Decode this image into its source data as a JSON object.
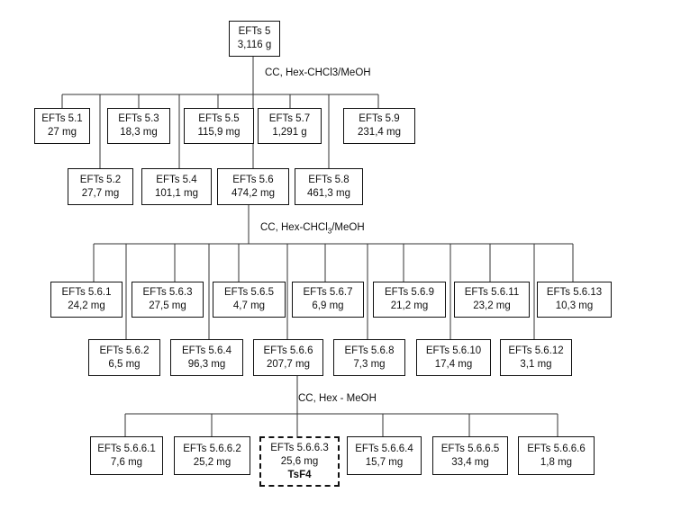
{
  "root": {
    "name": "EFTs 5",
    "mass": "3,116 g"
  },
  "steps": [
    {
      "text": "CC, Hex-CHCl3/MeOH"
    },
    {
      "pre": "CC, Hex-CHCl",
      "sub": "3",
      "post": "/MeOH"
    },
    {
      "text": "CC, Hex - MeOH"
    }
  ],
  "level1": [
    {
      "name": "EFTs 5.1",
      "mass": "27 mg"
    },
    {
      "name": "EFTs 5.2",
      "mass": "27,7 mg"
    },
    {
      "name": "EFTs 5.3",
      "mass": "18,3 mg"
    },
    {
      "name": "EFTs 5.4",
      "mass": "101,1 mg"
    },
    {
      "name": "EFTs 5.5",
      "mass": "115,9 mg"
    },
    {
      "name": "EFTs 5.6",
      "mass": "474,2 mg"
    },
    {
      "name": "EFTs 5.7",
      "mass": "1,291 g"
    },
    {
      "name": "EFTs 5.8",
      "mass": "461,3 mg"
    },
    {
      "name": "EFTs 5.9",
      "mass": "231,4 mg"
    }
  ],
  "level2": [
    {
      "name": "EFTs 5.6.1",
      "mass": "24,2 mg"
    },
    {
      "name": "EFTs 5.6.2",
      "mass": "6,5 mg"
    },
    {
      "name": "EFTs 5.6.3",
      "mass": "27,5 mg"
    },
    {
      "name": "EFTs 5.6.4",
      "mass": "96,3 mg"
    },
    {
      "name": "EFTs 5.6.5",
      "mass": "4,7 mg"
    },
    {
      "name": "EFTs 5.6.6",
      "mass": "207,7 mg"
    },
    {
      "name": "EFTs 5.6.7",
      "mass": "6,9 mg"
    },
    {
      "name": "EFTs 5.6.8",
      "mass": "7,3 mg"
    },
    {
      "name": "EFTs 5.6.9",
      "mass": "21,2 mg"
    },
    {
      "name": "EFTs 5.6.10",
      "mass": "17,4 mg"
    },
    {
      "name": "EFTs 5.6.11",
      "mass": "23,2 mg"
    },
    {
      "name": "EFTs 5.6.12",
      "mass": "3,1 mg"
    },
    {
      "name": "EFTs 5.6.13",
      "mass": "10,3 mg"
    }
  ],
  "level3": [
    {
      "name": "EFTs 5.6.6.1",
      "mass": "7,6 mg"
    },
    {
      "name": "EFTs 5.6.6.2",
      "mass": "25,2 mg"
    },
    {
      "name": "EFTs 5.6.6.3",
      "mass": "25,6 mg",
      "tag": "TsF4"
    },
    {
      "name": "EFTs 5.6.6.4",
      "mass": "15,7 mg"
    },
    {
      "name": "EFTs 5.6.6.5",
      "mass": "33,4 mg"
    },
    {
      "name": "EFTs 5.6.6.6",
      "mass": "1,8 mg"
    }
  ]
}
